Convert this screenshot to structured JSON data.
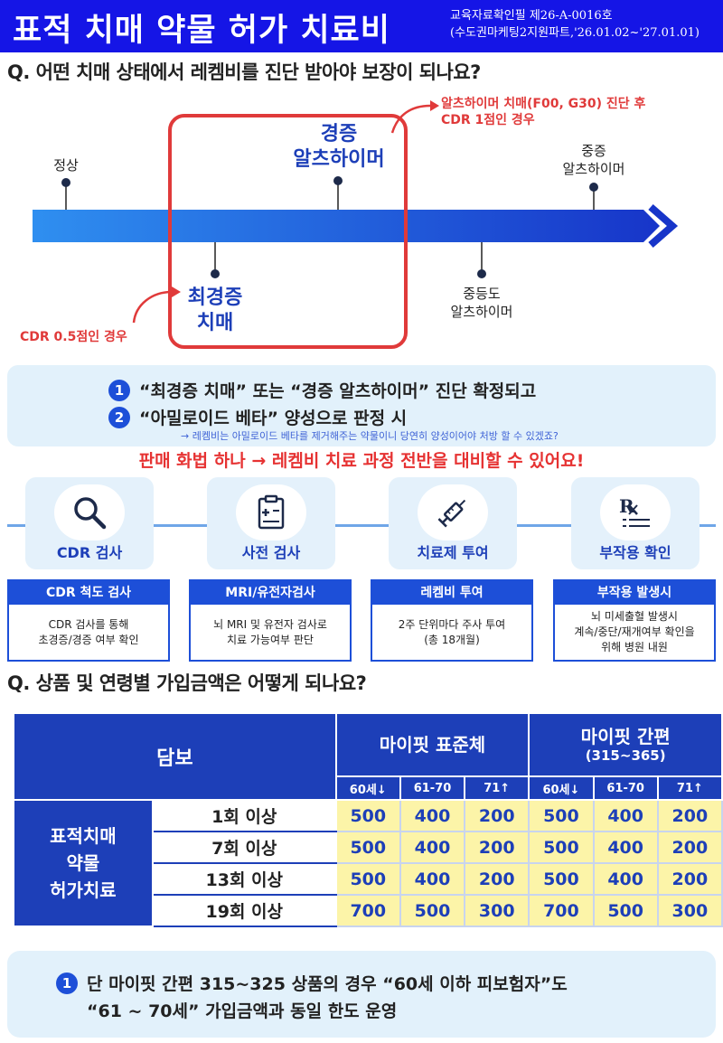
{
  "header": {
    "title": "표적 치매 약물 허가 치료비",
    "note_line1": "교육자료확인필 제26-A-0016호",
    "note_line2": "(수도권마케팅2지원파트,'26.01.02~'27.01.01)"
  },
  "q1": {
    "text": "Q. 어떤 치매 상태에서 레켐비를 진단 받아야 보장이 되나요?"
  },
  "timeline": {
    "normal": "정상",
    "mild_line1": "경증",
    "mild_line2": "알츠하이머",
    "severe_line1": "중증",
    "severe_line2": "알츠하이머",
    "mci_line1": "최경증",
    "mci_line2": "치매",
    "moderate_line1": "중등도",
    "moderate_line2": "알츠하이머",
    "note_top_line1": "알츠하이머 치매(F00, G30) 진단 후",
    "note_top_line2": "CDR 1점인 경우",
    "note_left": "CDR 0.5점인 경우"
  },
  "conditions": {
    "c1_num": "1",
    "c1_text": "“최경증 치매” 또는 “경증 알츠하이머” 진단 확정되고",
    "c2_num": "2",
    "c2_text": "“아밀로이드 베타” 양성으로 판정 시",
    "sub": "→ 레켐비는 아밀로이드 베타를 제거해주는 약물이니 당연히 양성이어야 처방 할 수 있겠죠?",
    "sales": "판매 화법 하나 → 레켐비 치료 과정 전반을 대비할 수 있어요!"
  },
  "steps": [
    {
      "icon": "magnifier-icon",
      "label": "CDR 검사",
      "head": "CDR 척도 검사",
      "body1": "CDR 검사를 통해",
      "body2": "초경증/경증 여부 확인",
      "body3": ""
    },
    {
      "icon": "clipboard-icon",
      "label": "사전 검사",
      "head": "MRI/유전자검사",
      "body1": "뇌 MRI 및 유전자 검사로",
      "body2": "치료 가능여부 판단",
      "body3": ""
    },
    {
      "icon": "syringe-icon",
      "label": "치료제 투여",
      "head": "레켐비 투여",
      "body1": "2주 단위마다 주사 투여",
      "body2": "(총 18개월)",
      "body3": ""
    },
    {
      "icon": "prescription-icon",
      "label": "부작용 확인",
      "head": "부작용 발생시",
      "body1": "뇌 미세출혈 발생시",
      "body2": "계속/중단/재개여부 확인을",
      "body3": "위해 병원 내원"
    }
  ],
  "q2": {
    "text": "Q. 상품 및 연령별 가입금액은 어떻게 되나요?"
  },
  "table": {
    "head_cover": "담보",
    "prod1": "마이핏 표준체",
    "prod2": "마이핏 간편",
    "prod2_sub": "(315~365)",
    "ages": [
      "60세↓",
      "61-70",
      "71↑",
      "60세↓",
      "61-70",
      "71↑"
    ],
    "cover_line1": "표적치매",
    "cover_line2": "약물",
    "cover_line3": "허가치료",
    "rows": [
      {
        "label": "1회 이상",
        "v": [
          "500",
          "400",
          "200",
          "500",
          "400",
          "200"
        ]
      },
      {
        "label": "7회 이상",
        "v": [
          "500",
          "400",
          "200",
          "500",
          "400",
          "200"
        ]
      },
      {
        "label": "13회 이상",
        "v": [
          "500",
          "400",
          "200",
          "500",
          "400",
          "200"
        ]
      },
      {
        "label": "19회 이상",
        "v": [
          "700",
          "500",
          "300",
          "700",
          "500",
          "300"
        ]
      }
    ]
  },
  "bottom_note": {
    "num": "1",
    "line1": "단 마이핏 간편 315~325 상품의 경우 “60세 이하 피보험자”도",
    "line2": "“61 ~ 70세” 가입금액과 동일 한도 운영"
  },
  "colors": {
    "brand_blue": "#1515e6",
    "accent_blue": "#1d3fb8",
    "red": "#e03a3a",
    "highlight": "#fcf4a8"
  }
}
